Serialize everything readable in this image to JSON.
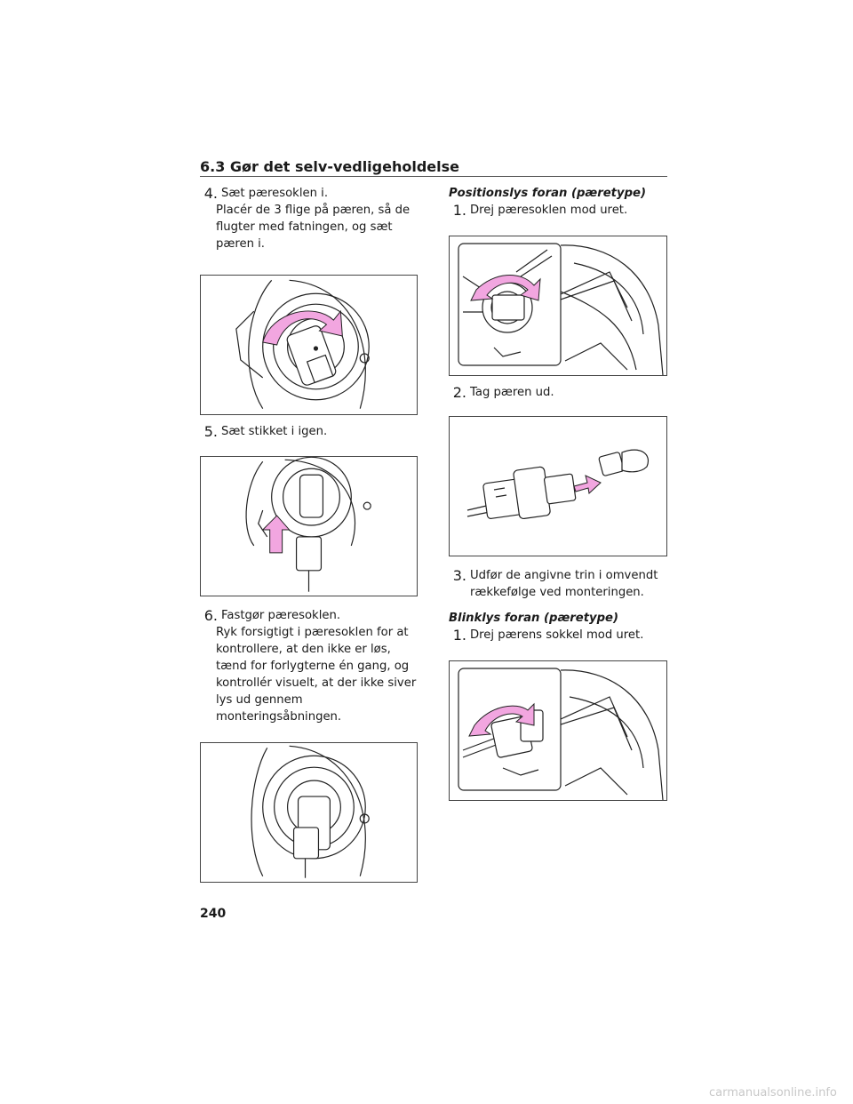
{
  "header": {
    "title": "6.3 Gør det selv-vedligeholdelse"
  },
  "left": {
    "step4": {
      "num": "4.",
      "text": "Sæt pæresoklen i.",
      "detail": "Placér de 3 flige på pæren, så de flugter med fatningen, og sæt pæren i."
    },
    "step5": {
      "num": "5.",
      "text": "Sæt stikket i igen."
    },
    "step6": {
      "num": "6.",
      "text": "Fastgør pæresoklen.",
      "detail": "Ryk forsigtigt i pæresoklen for at kontrollere, at den ikke er løs, tænd for forlygterne én gang, og kontrollér visuelt, at der ikke siver lys ud gennem monteringsåbningen."
    }
  },
  "right": {
    "section1": {
      "heading": "Positionslys foran (pæretype)",
      "step1": {
        "num": "1.",
        "text": "Drej pæresoklen mod uret."
      },
      "step2": {
        "num": "2.",
        "text": "Tag pæren ud."
      },
      "step3": {
        "num": "3.",
        "text": "Udfør de angivne trin i omvendt rækkefølge ved monteringen."
      }
    },
    "section2": {
      "heading": "Blinklys foran (pæretype)",
      "step1": {
        "num": "1.",
        "text": "Drej pærens sokkel mod uret."
      }
    }
  },
  "page_number": "240",
  "watermark": "carmanualsonline.info",
  "colors": {
    "arrow": "#f2a6e0",
    "line": "#222222"
  }
}
